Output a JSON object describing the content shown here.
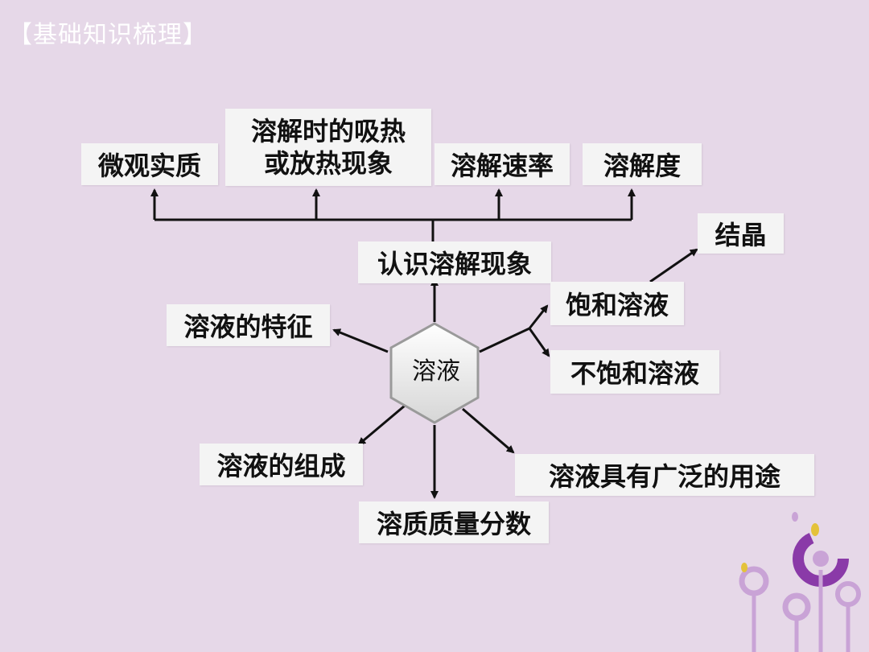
{
  "header": "【基础知识梳理】",
  "center": "溶液",
  "top_group": {
    "label": "认识溶解现象",
    "items": [
      "微观实质",
      "溶解时的吸热\n或放热现象",
      "溶解速率",
      "溶解度"
    ]
  },
  "branches": {
    "feature": "溶液的特征",
    "saturated": "饱和溶液",
    "unsaturated": "不饱和溶液",
    "crystal": "结晶",
    "composition": "溶液的组成",
    "mass_fraction": "溶质质量分数",
    "uses": "溶液具有广泛的用途"
  },
  "colors": {
    "background": "#e6d8e8",
    "box": "#f4f4f4",
    "line": "#111111",
    "deco_dark": "#8a3aa8",
    "deco_light": "#c9a3d6"
  }
}
